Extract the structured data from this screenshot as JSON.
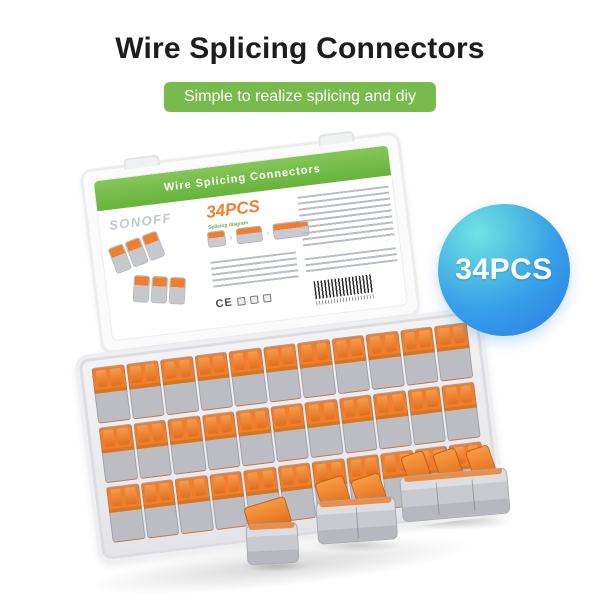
{
  "header": {
    "title": "Wire Splicing Connectors",
    "subtitle": "Simple to realize splicing and diy"
  },
  "badge": {
    "text": "34PCS"
  },
  "product_box": {
    "lid_label": {
      "brand": "SONOFF",
      "title": "Wire Splicing Connectors",
      "quantity": "34PCS",
      "diagram_caption": "Splicing diagram",
      "certification": "CE"
    },
    "tray_grid": {
      "rows": 3,
      "columns": 11
    }
  },
  "loose_connectors": [
    {
      "name": "1-way splicing connector",
      "ports": 1
    },
    {
      "name": "2-way splicing connector",
      "ports": 2
    },
    {
      "name": "3-way splicing connector",
      "ports": 3
    }
  ],
  "colors": {
    "green": "#79ba4d",
    "orange": "#ef7f2e",
    "badge_cyan": "#6fe3e1",
    "badge_blue": "#2b7ae3",
    "title_text": "#1d1d1f"
  }
}
